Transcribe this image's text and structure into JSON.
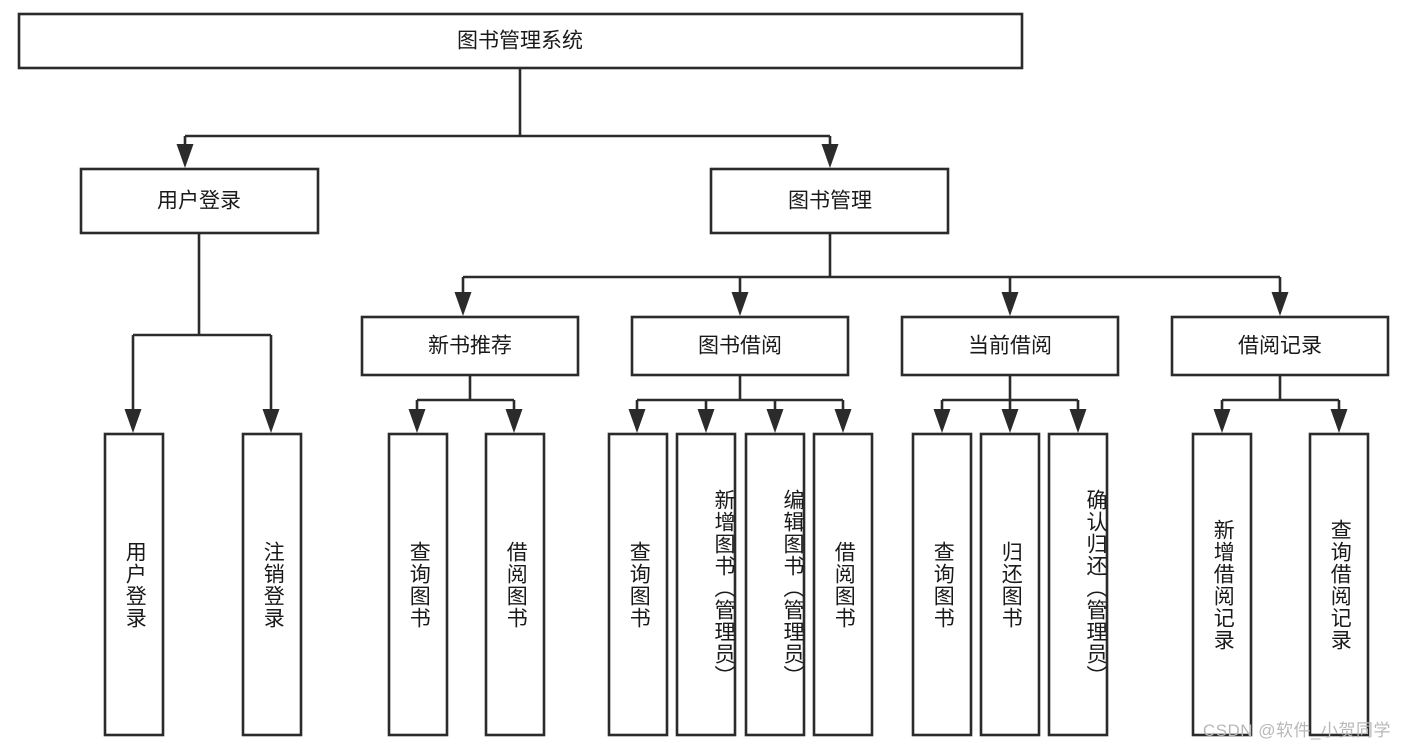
{
  "diagram": {
    "type": "tree-hierarchy-chart",
    "title": "图书管理系统",
    "background_color": "#ffffff",
    "line_color": "#2b2b2b",
    "text_color": "#1a1a1a",
    "root": {
      "id": "root",
      "label": "图书管理系统",
      "orientation": "horizontal"
    },
    "level2": [
      {
        "id": "user-login",
        "label": "用户登录",
        "orientation": "horizontal"
      },
      {
        "id": "book-manage",
        "label": "图书管理",
        "orientation": "horizontal"
      }
    ],
    "level3": [
      {
        "id": "new-book-recommend",
        "label": "新书推荐",
        "orientation": "horizontal",
        "parent": "book-manage"
      },
      {
        "id": "book-borrow",
        "label": "图书借阅",
        "orientation": "horizontal",
        "parent": "book-manage"
      },
      {
        "id": "current-borrow",
        "label": "当前借阅",
        "orientation": "horizontal",
        "parent": "book-manage"
      },
      {
        "id": "borrow-record",
        "label": "借阅记录",
        "orientation": "horizontal",
        "parent": "book-manage"
      }
    ],
    "leaves": [
      {
        "id": "leaf-user-login",
        "label": "用户登录",
        "orientation": "vertical",
        "parent": "user-login"
      },
      {
        "id": "leaf-logout-login",
        "label": "注销登录",
        "orientation": "vertical",
        "parent": "user-login"
      },
      {
        "id": "leaf-query-book-1",
        "label": "查询图书",
        "orientation": "vertical",
        "parent": "new-book-recommend"
      },
      {
        "id": "leaf-borrow-book-1",
        "label": "借阅图书",
        "orientation": "vertical",
        "parent": "new-book-recommend"
      },
      {
        "id": "leaf-query-book-2",
        "label": "查询图书",
        "orientation": "vertical",
        "parent": "book-borrow"
      },
      {
        "id": "leaf-add-book",
        "label": "新增图书（管理员）",
        "orientation": "vertical",
        "parent": "book-borrow"
      },
      {
        "id": "leaf-edit-book",
        "label": "编辑图书（管理员）",
        "orientation": "vertical",
        "parent": "book-borrow"
      },
      {
        "id": "leaf-borrow-book-2",
        "label": "借阅图书",
        "orientation": "vertical",
        "parent": "book-borrow"
      },
      {
        "id": "leaf-query-book-3",
        "label": "查询图书",
        "orientation": "vertical",
        "parent": "current-borrow"
      },
      {
        "id": "leaf-return-book",
        "label": "归还图书",
        "orientation": "vertical",
        "parent": "current-borrow"
      },
      {
        "id": "leaf-confirm-return",
        "label": "确认归还（管理员）",
        "orientation": "vertical",
        "parent": "current-borrow"
      },
      {
        "id": "leaf-add-record",
        "label": "新增借阅记录",
        "orientation": "vertical",
        "parent": "borrow-record"
      },
      {
        "id": "leaf-query-record",
        "label": "查询借阅记录",
        "orientation": "vertical",
        "parent": "borrow-record"
      }
    ],
    "watermark": "CSDN @软件_小贺同学"
  }
}
